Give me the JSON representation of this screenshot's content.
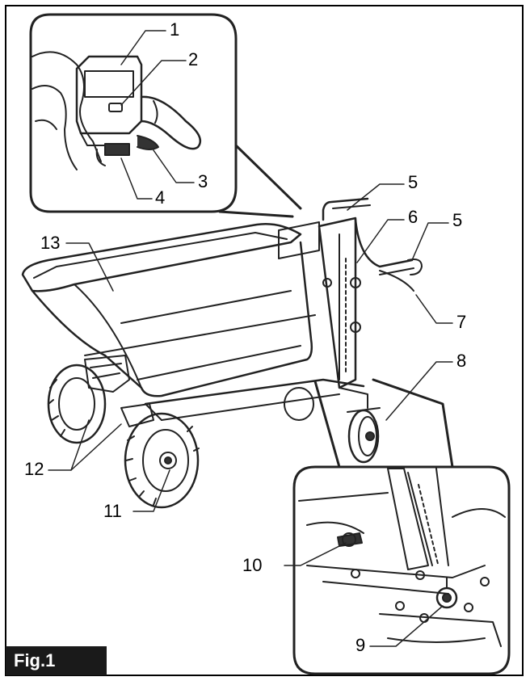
{
  "figure_label": "Fig.1",
  "callouts": {
    "c1": "1",
    "c2": "2",
    "c3": "3",
    "c4": "4",
    "c5a": "5",
    "c5b": "5",
    "c6": "6",
    "c7": "7",
    "c8": "8",
    "c9": "9",
    "c10": "10",
    "c11": "11",
    "c12": "12",
    "c13": "13"
  }
}
